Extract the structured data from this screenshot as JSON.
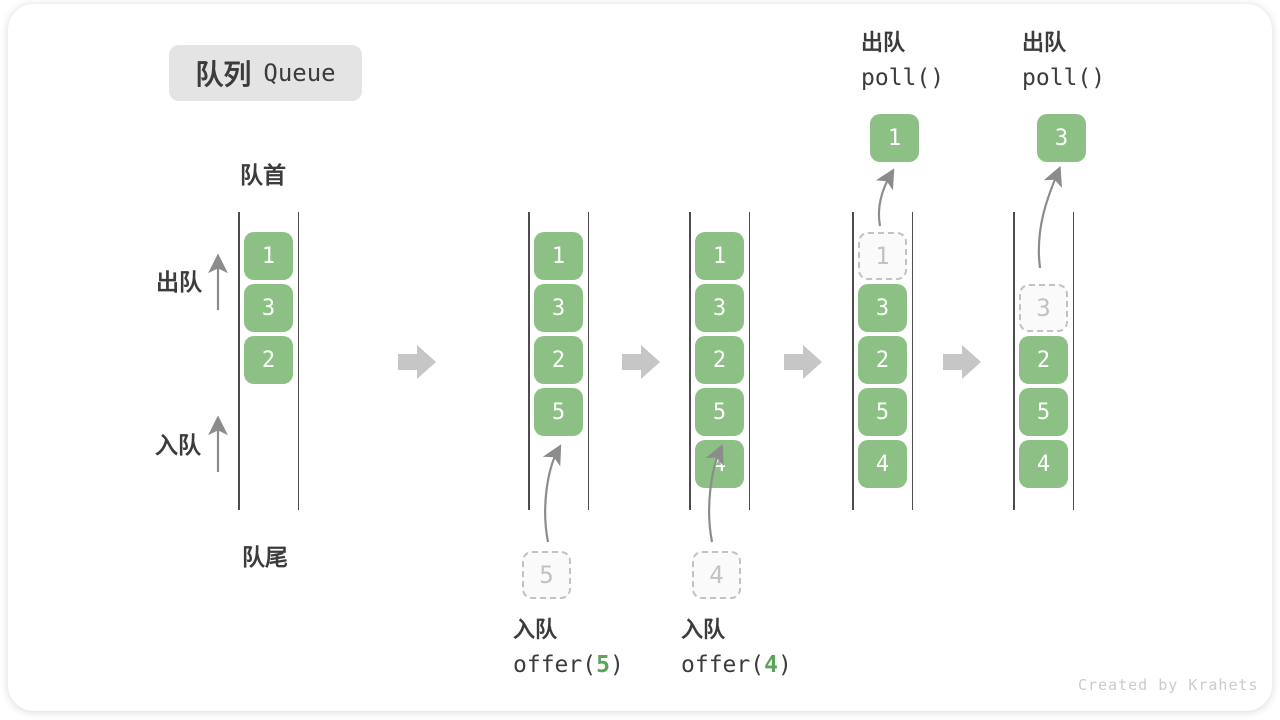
{
  "colors": {
    "text": "#3c3c3c",
    "green-box": "#8cc084",
    "green-box-text": "#ffffff",
    "dashed-border": "#c2c2c2",
    "dashed-bg": "#fafafa",
    "dashed-text": "#c2c2c2",
    "badge-bg": "#e4e4e4",
    "block-arrow": "#c6c6c6",
    "thin-arrow": "#8c8c8c",
    "col-line": "#4d4d4d",
    "accent-green": "#5fa35a",
    "watermark": "#cbcbcb",
    "card-bg": "#ffffff"
  },
  "title_badge": {
    "zh": "队列",
    "en": "Queue"
  },
  "labels": {
    "front": "队首",
    "rear": "队尾",
    "dequeue_side": "出队",
    "enqueue_side": "入队"
  },
  "operations": {
    "enqueue5": {
      "title": "入队",
      "fn_pre": "offer(",
      "arg": "5",
      "fn_post": ")"
    },
    "enqueue4": {
      "title": "入队",
      "fn_pre": "offer(",
      "arg": "4",
      "fn_post": ")"
    },
    "poll1": {
      "title": "出队",
      "fn": "poll()",
      "result": "1"
    },
    "poll2": {
      "title": "出队",
      "fn": "poll()",
      "result": "3"
    }
  },
  "queue_states": [
    {
      "cells": [
        {
          "slot": 0,
          "v": "1",
          "t": "green"
        },
        {
          "slot": 1,
          "v": "3",
          "t": "green"
        },
        {
          "slot": 2,
          "v": "2",
          "t": "green"
        }
      ]
    },
    {
      "cells": [
        {
          "slot": 0,
          "v": "1",
          "t": "green"
        },
        {
          "slot": 1,
          "v": "3",
          "t": "green"
        },
        {
          "slot": 2,
          "v": "2",
          "t": "green"
        },
        {
          "slot": 3,
          "v": "5",
          "t": "green"
        }
      ]
    },
    {
      "cells": [
        {
          "slot": 0,
          "v": "1",
          "t": "green"
        },
        {
          "slot": 1,
          "v": "3",
          "t": "green"
        },
        {
          "slot": 2,
          "v": "2",
          "t": "green"
        },
        {
          "slot": 3,
          "v": "5",
          "t": "green"
        },
        {
          "slot": 4,
          "v": "4",
          "t": "green"
        }
      ]
    },
    {
      "cells": [
        {
          "slot": 0,
          "v": "1",
          "t": "dashed"
        },
        {
          "slot": 1,
          "v": "3",
          "t": "green"
        },
        {
          "slot": 2,
          "v": "2",
          "t": "green"
        },
        {
          "slot": 3,
          "v": "5",
          "t": "green"
        },
        {
          "slot": 4,
          "v": "4",
          "t": "green"
        }
      ]
    },
    {
      "cells": [
        {
          "slot": 1,
          "v": "3",
          "t": "dashed"
        },
        {
          "slot": 2,
          "v": "2",
          "t": "green"
        },
        {
          "slot": 3,
          "v": "5",
          "t": "green"
        },
        {
          "slot": 4,
          "v": "4",
          "t": "green"
        }
      ]
    }
  ],
  "watermark": "Created by Krahets"
}
